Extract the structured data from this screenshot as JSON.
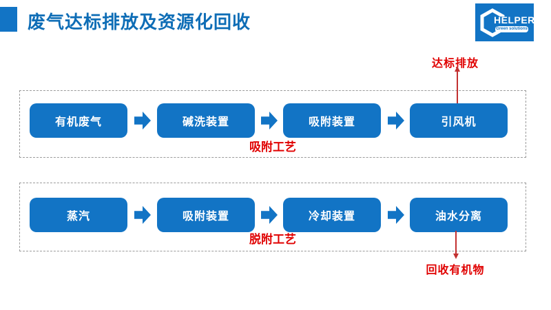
{
  "slide": {
    "title": "废气达标排放及资源化回收",
    "logo": {
      "text": "HELPER",
      "tagline": "Green solutions"
    }
  },
  "colors": {
    "primary_blue": "#1274C5",
    "title_blue": "#0E6DB6",
    "annotation_red": "#E00000",
    "dashed_border_gray": "#9a9a9a"
  },
  "flows": [
    {
      "name": "吸附工艺",
      "steps": [
        "有机废气",
        "碱洗装置",
        "吸附装置",
        "引风机"
      ],
      "annotation": {
        "label": "达标排放",
        "direction": "up"
      }
    },
    {
      "name": "脱附工艺",
      "steps": [
        "蒸汽",
        "吸附装置",
        "冷却装置",
        "油水分离"
      ],
      "annotation": {
        "label": "回收有机物",
        "direction": "down"
      }
    }
  ]
}
